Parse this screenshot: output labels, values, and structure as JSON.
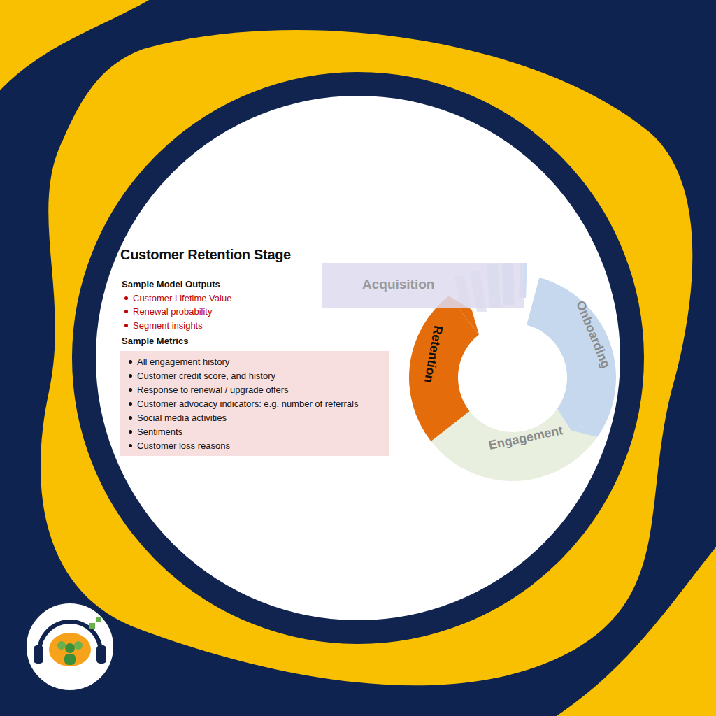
{
  "diagram": {
    "title": "Customer Retention Stage",
    "nodes": [
      {
        "text": [
          "All engagement history",
          "Customer credit score, and history",
          "Response to renewal / upgrade offers",
          "Customer advocacy indicators: e.g. number of referrals",
          "Social media activities",
          "Sentiments",
          "Customer loss reasons"
        ]
      },
      {
        "text": [
          "Acquisition"
        ]
      },
      {
        "text": [
          "Onboarding"
        ]
      },
      {
        "text": [
          "Engagement"
        ]
      },
      {
        "text": [
          "Retention"
        ]
      }
    ],
    "labels": [
      "Sample Model Outputs",
      "Customer Lifetime Value",
      "Renewal probability",
      "Segment insights",
      "Sample Metrics"
    ]
  }
}
